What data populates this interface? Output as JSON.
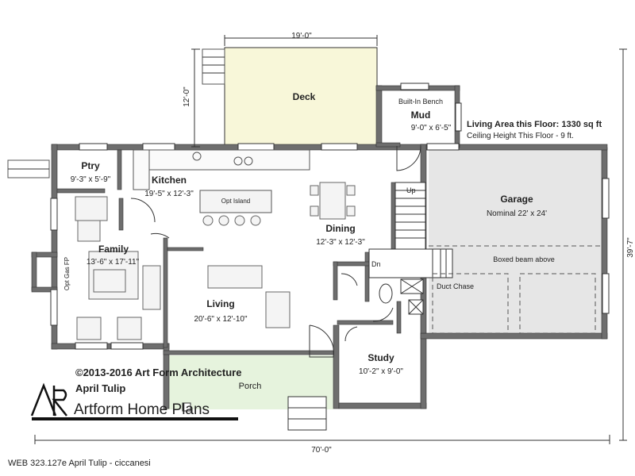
{
  "dimensions": {
    "deck_width": "19'-0\"",
    "deck_depth": "12'-0\"",
    "overall_width": "70'-0\"",
    "overall_depth": "39'-7\""
  },
  "rooms": {
    "deck": {
      "name": "Deck"
    },
    "mud": {
      "name": "Mud",
      "size": "9'-0\" x 6'-5\""
    },
    "built_in_bench": "Built-In Bench",
    "pantry": {
      "name": "Ptry",
      "size": "9'-3\" x 5'-9\""
    },
    "kitchen": {
      "name": "Kitchen",
      "size": "19'-5\" x 12'-3\""
    },
    "opt_island": "Opt Island",
    "dining": {
      "name": "Dining",
      "size": "12'-3\" x 12'-3\""
    },
    "family": {
      "name": "Family",
      "size": "13'-6\" x 17'-11\""
    },
    "opt_gas_fp": "Opt Gas FP",
    "living": {
      "name": "Living",
      "size": "20'-6\" x 12'-10\""
    },
    "garage": {
      "name": "Garage",
      "size": "Nominal 22' x 24'"
    },
    "boxed_beam": "Boxed beam above",
    "duct_chase": "Duct Chase",
    "study": {
      "name": "Study",
      "size": "10'-2\" x 9'-0\""
    },
    "porch": {
      "name": "Porch"
    },
    "stair_up": "Up",
    "stair_dn": "Dn"
  },
  "info": {
    "living_area": "Living Area this Floor: 1330 sq ft",
    "ceiling_height": "Ceiling Height This Floor - 9 ft."
  },
  "branding": {
    "copyright": "©2013-2016 Art Form Architecture",
    "plan_name": "April Tulip",
    "logo_text": "Artform Home Plans",
    "watermark": "WEB 323.127e April Tulip - ciccanesi"
  },
  "colors": {
    "deck_fill": "#f8f7d9",
    "porch_fill": "#e6f3dd",
    "garage_fill": "#e6e6e6",
    "wall": "#6e6e6e"
  }
}
